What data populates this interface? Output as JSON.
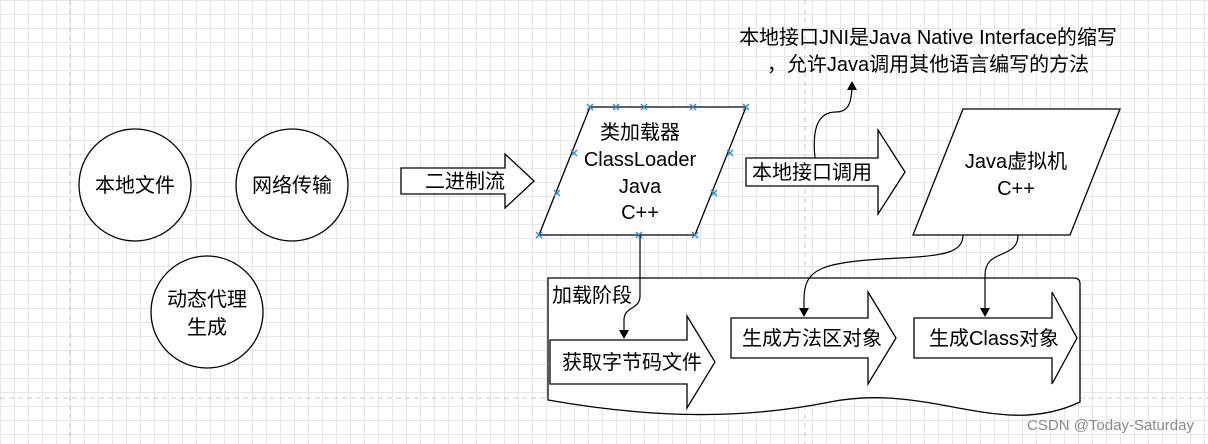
{
  "circles": {
    "local_file": "本地文件",
    "network": "网络传输",
    "proxy_line1": "动态代理",
    "proxy_line2": "生成"
  },
  "arrows": {
    "binary_stream": "二进制流",
    "native_call": "本地接口调用"
  },
  "classloader": {
    "line1": "类加载器",
    "line2": "ClassLoader",
    "line3": "Java",
    "line4": "C++"
  },
  "jvm": {
    "line1": "Java虚拟机",
    "line2": "C++"
  },
  "note": {
    "line1": "本地接口JNI是Java Native Interface的缩写",
    "line2": "，允许Java调用其他语言编写的方法"
  },
  "loading_stage": {
    "title": "加载阶段",
    "step1": "获取字节码文件",
    "step2": "生成方法区对象",
    "step3": "生成Class对象"
  },
  "watermark": "CSDN @Today-Saturday"
}
